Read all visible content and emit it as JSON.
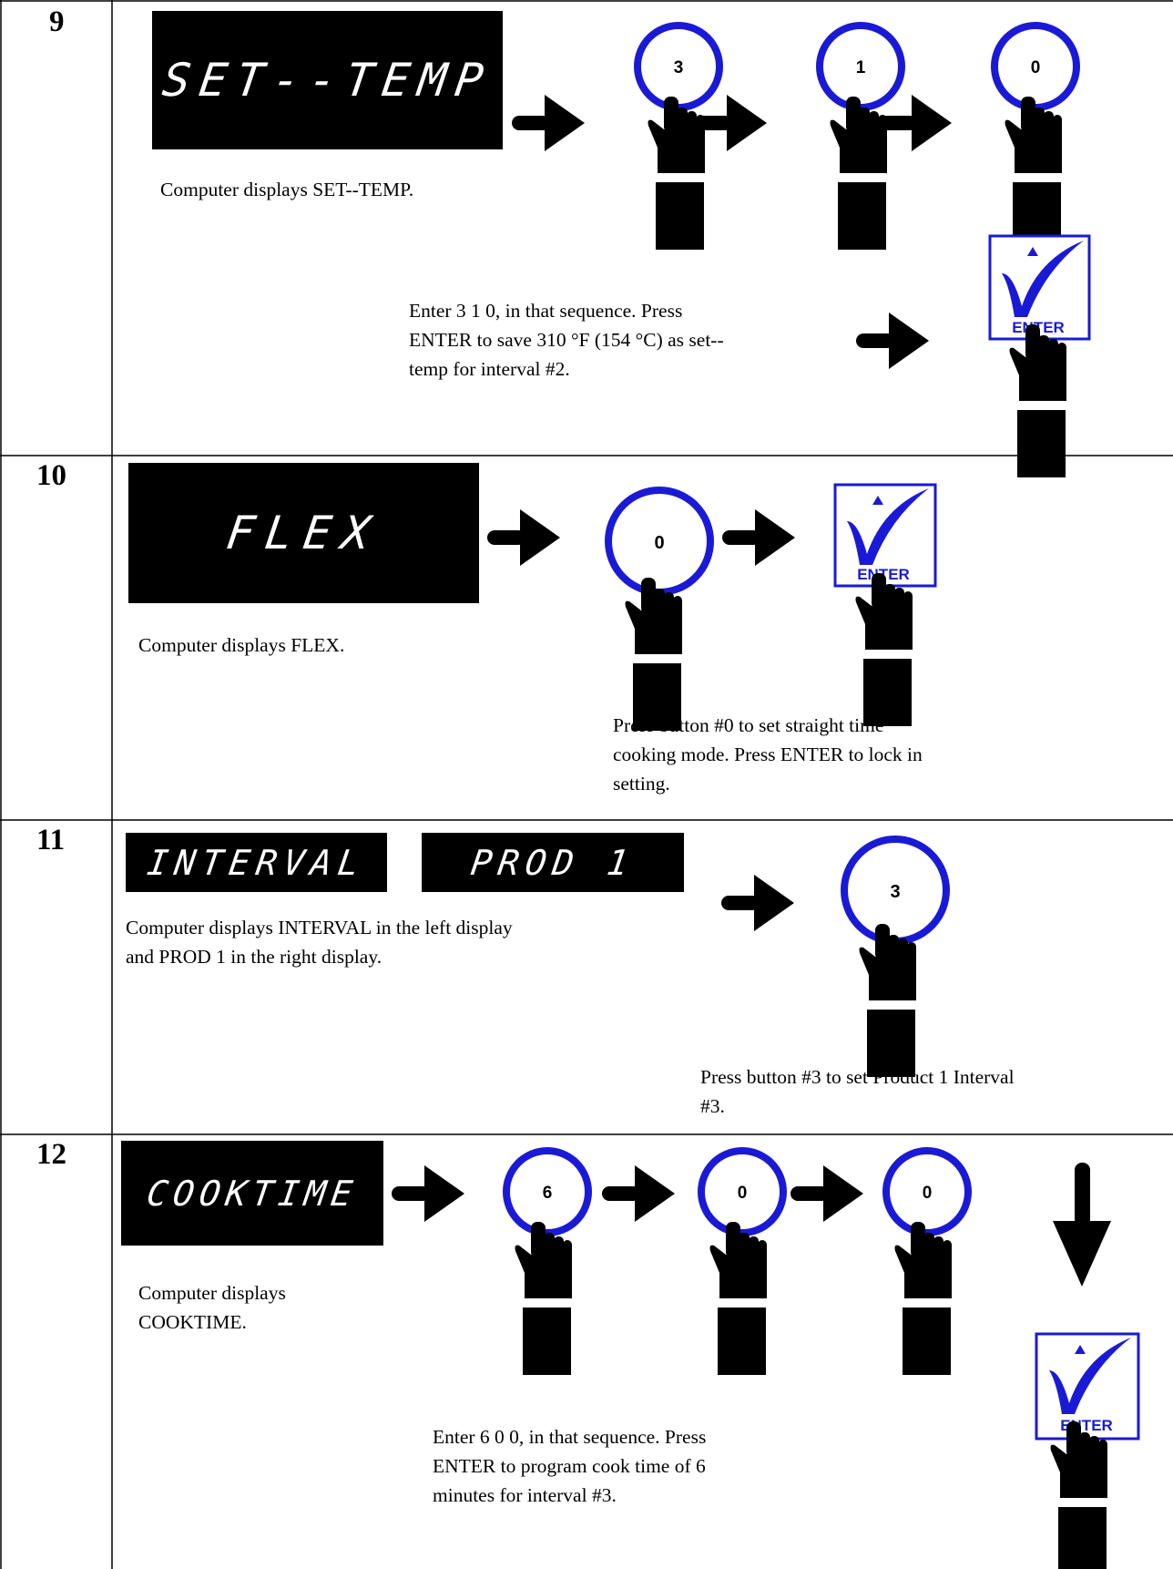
{
  "steps": [
    {
      "number": "9",
      "displays": [
        "SET--TEMP"
      ],
      "display_caption": "Computer displays SET--TEMP.",
      "keys": [
        "3",
        "1",
        "0"
      ],
      "enter_label": "ENTER",
      "instruction_lines": [
        "Enter 3 1 0, in that sequence.  Press",
        "ENTER to save 310 °F (154 °C) as set--",
        "temp for interval #2."
      ]
    },
    {
      "number": "10",
      "displays": [
        "FLEX"
      ],
      "display_caption": "Computer displays FLEX.",
      "keys": [
        "0"
      ],
      "enter_label": "ENTER",
      "instruction_lines": [
        "Press button #0 to set straight time",
        "cooking mode.  Press ENTER to lock in",
        "setting."
      ]
    },
    {
      "number": "11",
      "displays": [
        "INTERVAL",
        "PROD 1"
      ],
      "display_caption_lines": [
        "Computer displays INTERVAL in the left display",
        "and PROD 1 in the right display."
      ],
      "keys": [
        "3"
      ],
      "instruction_lines": [
        "Press button #3 to set Product 1 Interval",
        "#3."
      ]
    },
    {
      "number": "12",
      "displays": [
        "COOKTIME"
      ],
      "display_caption_lines": [
        "Computer displays",
        "COOKTIME."
      ],
      "keys": [
        "6",
        "0",
        "0"
      ],
      "enter_label": "ENTER",
      "instruction_lines": [
        "Enter 6 0 0, in that sequence.  Press",
        "ENTER to program cook time of 6",
        "minutes for interval #3."
      ]
    }
  ],
  "colors": {
    "button_ring": "#1a1ad6",
    "enter_border": "#1a1ad6",
    "display_bg": "#000000",
    "display_text": "#ffffff"
  },
  "icons": [
    "right-arrow-icon",
    "down-arrow-icon",
    "pointing-hand-icon",
    "checkmark-icon",
    "triangle-up-icon"
  ]
}
